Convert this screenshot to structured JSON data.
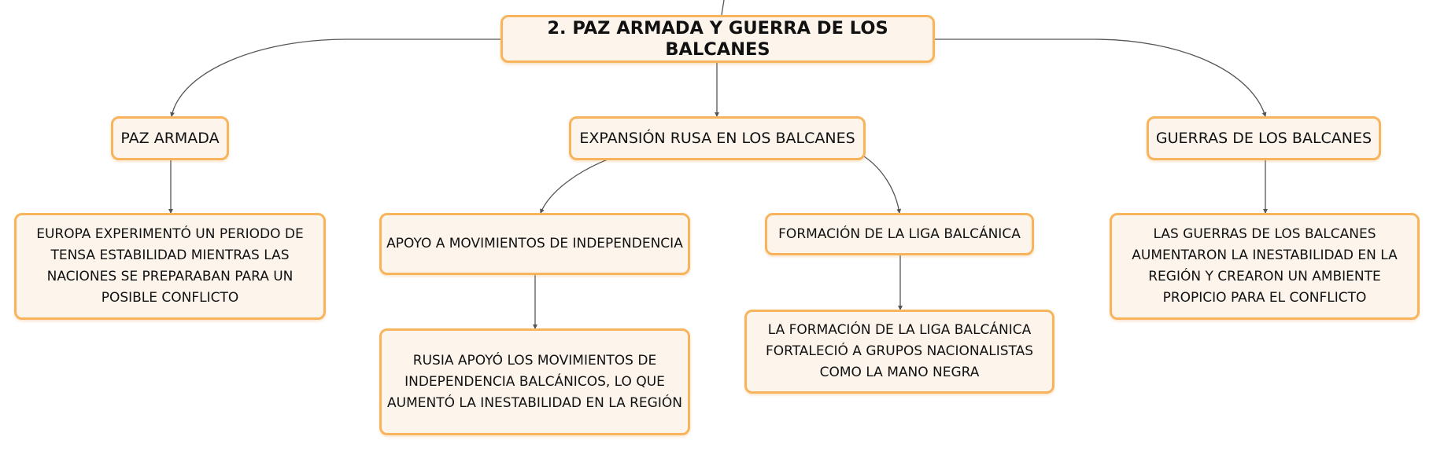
{
  "mindmap": {
    "root": {
      "label": "2. PAZ ARMADA Y GUERRA DE LOS BALCANES"
    },
    "branches": [
      {
        "label": "PAZ ARMADA",
        "children": [
          {
            "label": "EUROPA EXPERIMENTÓ UN PERIODO DE TENSA ESTABILIDAD MIENTRAS LAS NACIONES SE PREPARABAN PARA UN POSIBLE CONFLICTO"
          }
        ]
      },
      {
        "label": "EXPANSIÓN RUSA EN LOS BALCANES",
        "children": [
          {
            "label": "APOYO A MOVIMIENTOS DE INDEPENDENCIA",
            "children": [
              {
                "label": "RUSIA APOYÓ LOS MOVIMIENTOS DE INDEPENDENCIA BALCÁNICOS, LO QUE AUMENTÓ LA INESTABILIDAD EN LA REGIÓN"
              }
            ]
          },
          {
            "label": "FORMACIÓN DE LA LIGA BALCÁNICA",
            "children": [
              {
                "label": "LA FORMACIÓN DE LA LIGA BALCÁNICA FORTALECIÓ A GRUPOS NACIONALISTAS COMO LA MANO NEGRA"
              }
            ]
          }
        ]
      },
      {
        "label": "GUERRAS DE LOS BALCANES",
        "children": [
          {
            "label": "LAS GUERRAS DE LOS BALCANES AUMENTARON LA INESTABILIDAD EN LA REGIÓN Y CREARON UN AMBIENTE PROPICIO PARA EL CONFLICTO"
          }
        ]
      }
    ],
    "colors": {
      "node_fill": "#fdf5ec",
      "node_border": "#f7b45c",
      "connector": "#555555",
      "text": "#111111"
    }
  }
}
